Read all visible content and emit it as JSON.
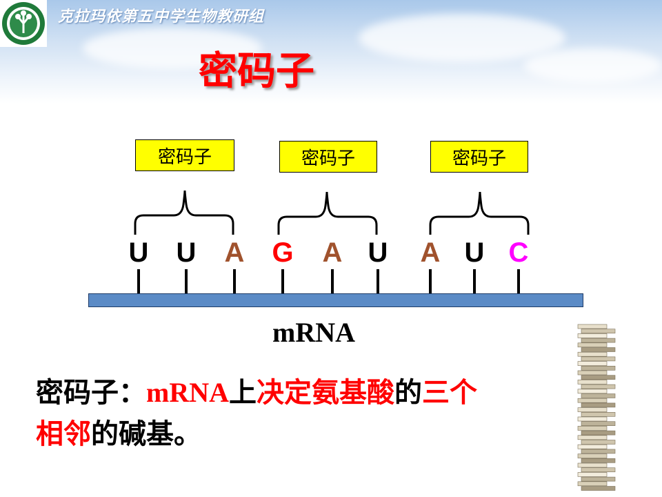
{
  "header": {
    "school": "克拉玛依第五中学生物教研组"
  },
  "title": "密码子",
  "codon_boxes": [
    "密码子",
    "密码子",
    "密码子"
  ],
  "bases": [
    {
      "letter": "U",
      "color": "#000000"
    },
    {
      "letter": "U",
      "color": "#000000"
    },
    {
      "letter": "A",
      "color": "#a0522d"
    },
    {
      "letter": "G",
      "color": "#ff0000"
    },
    {
      "letter": "A",
      "color": "#a0522d"
    },
    {
      "letter": "U",
      "color": "#000000"
    },
    {
      "letter": "A",
      "color": "#a0522d"
    },
    {
      "letter": "U",
      "color": "#000000"
    },
    {
      "letter": "C",
      "color": "#ff00ff"
    }
  ],
  "mrna_label": "mRNA",
  "definition": {
    "term": "密码子：",
    "mrna": "mRNA",
    "on": "上",
    "determine": "决定氨基酸",
    "of": "的",
    "three": "三个",
    "adjacent": "相邻",
    "rest": "的碱基。"
  },
  "colors": {
    "title": "#ff0000",
    "box_fill": "#ffff00",
    "bar": "#5b8bc6",
    "highlight": "#ff0000"
  }
}
